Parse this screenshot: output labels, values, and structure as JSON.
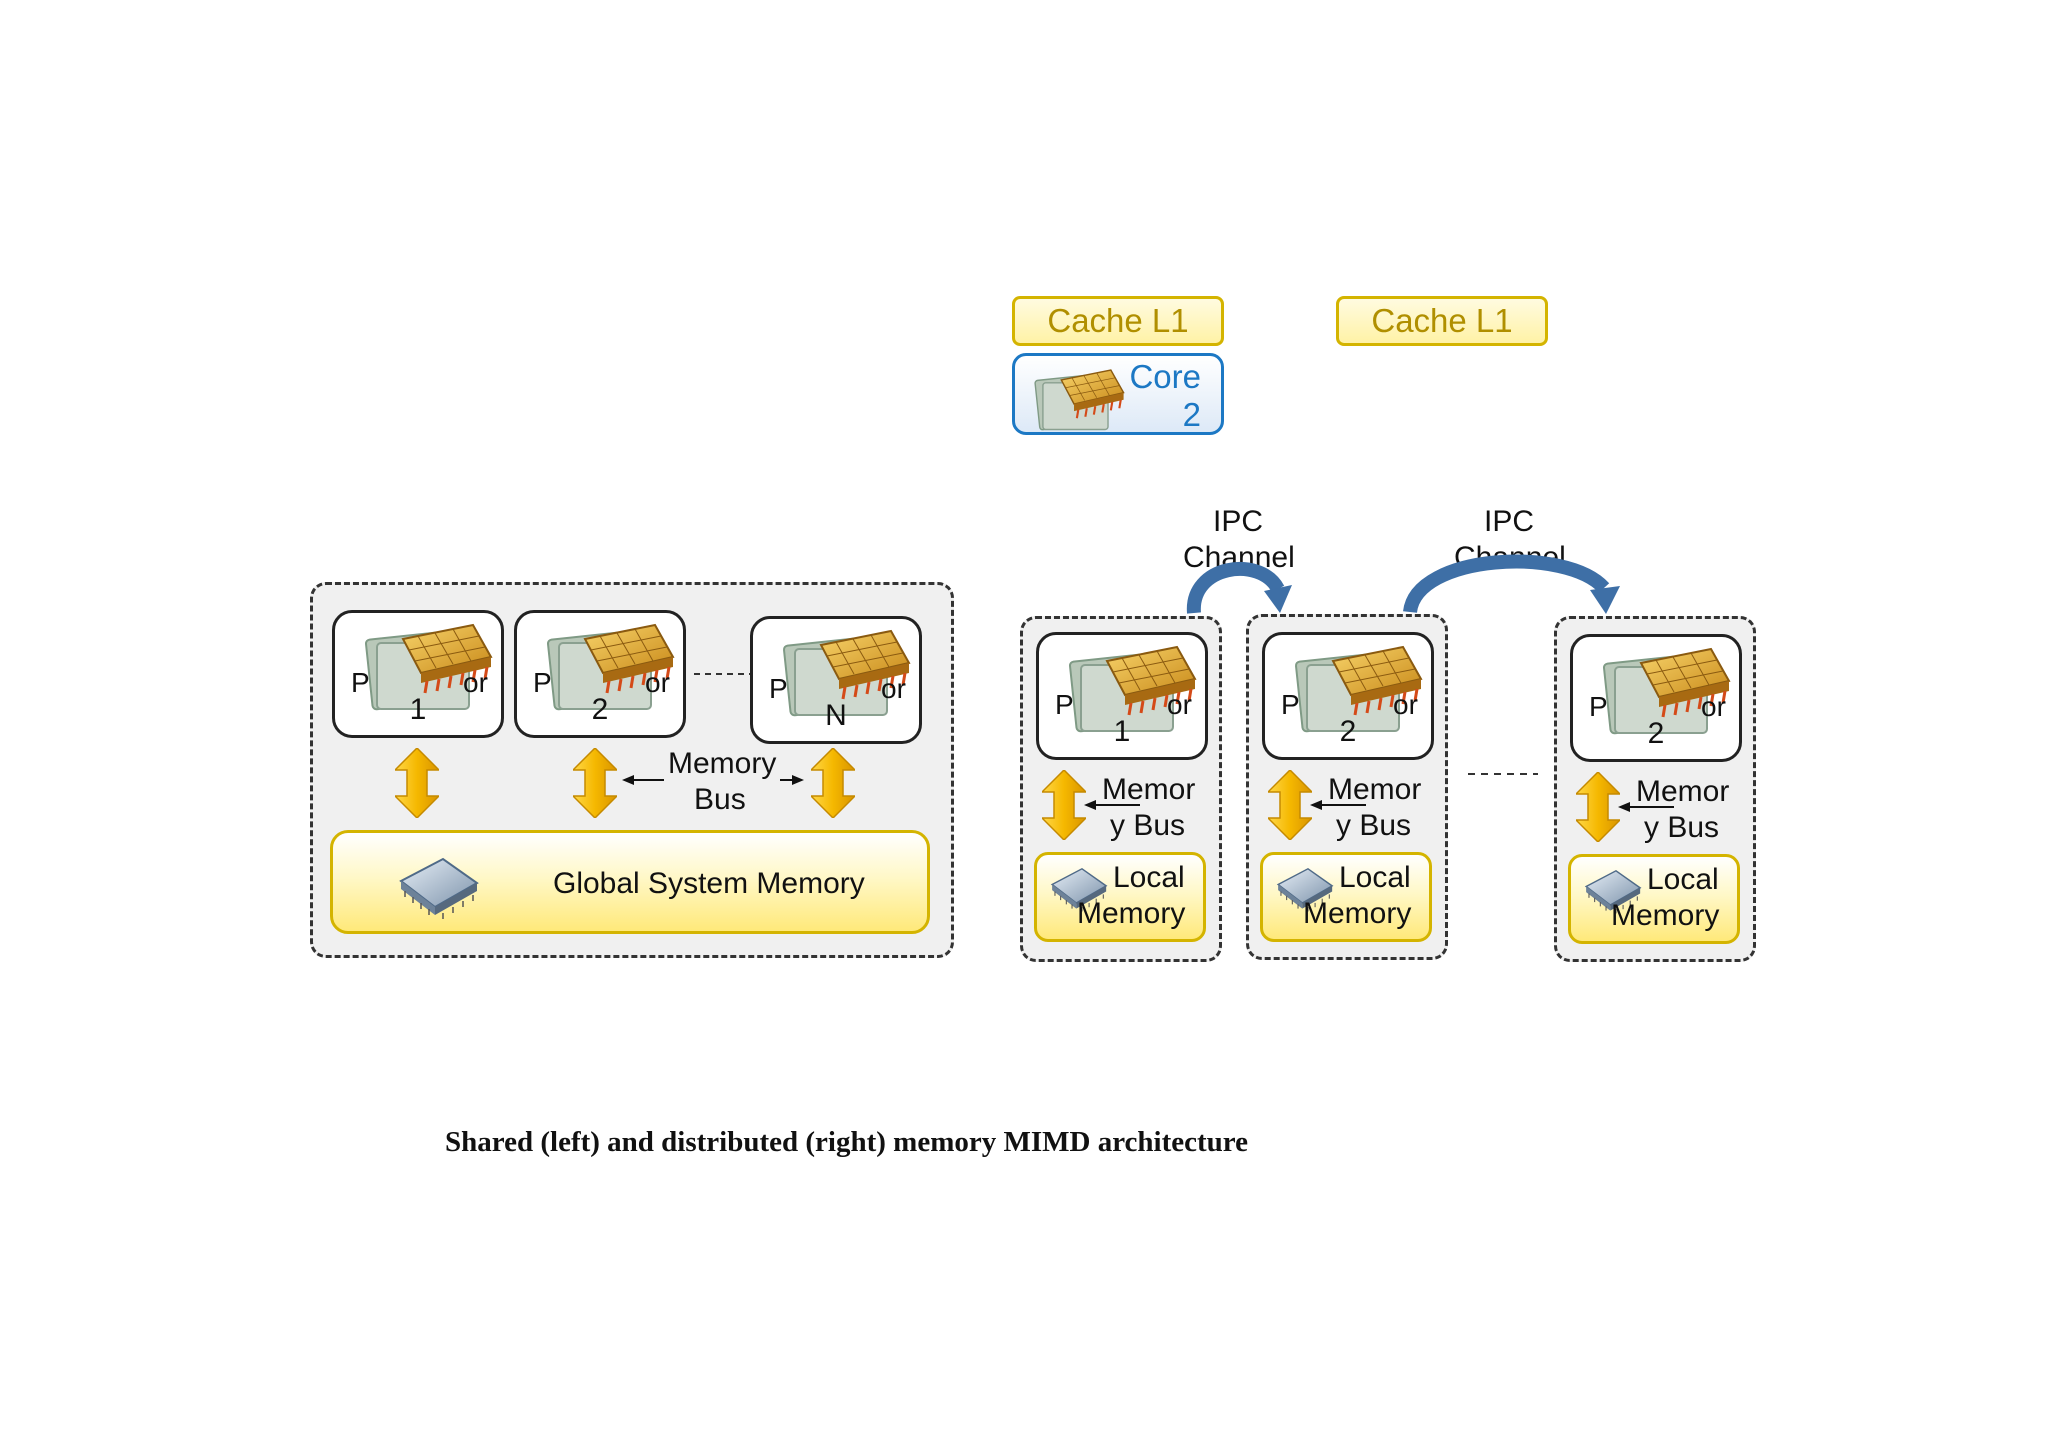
{
  "cache_labels": [
    "Cache L1",
    "Cache L1"
  ],
  "core": {
    "label": "Core",
    "number": "2"
  },
  "shared": {
    "processors": [
      {
        "label_left": "P",
        "label_right": "or",
        "number": "1"
      },
      {
        "label_left": "P",
        "label_right": "or",
        "number": "2"
      },
      {
        "label_left": "P",
        "label_right": "or",
        "number": "N"
      }
    ],
    "bus_label_line1": "Memory",
    "bus_label_line2": "Bus",
    "global_memory": "Global System Memory"
  },
  "distributed": {
    "nodes": [
      {
        "label_left": "P",
        "label_right": "or",
        "number": "1",
        "bus_line1": "Memor",
        "bus_line2": "y Bus",
        "mem_line1": "Local",
        "mem_line2": "Memory"
      },
      {
        "label_left": "P",
        "label_right": "or",
        "number": "2",
        "bus_line1": "Memor",
        "bus_line2": "y Bus",
        "mem_line1": "Local",
        "mem_line2": "Memory"
      },
      {
        "label_left": "P",
        "label_right": "or",
        "number": "2",
        "bus_line1": "Memor",
        "bus_line2": "y Bus",
        "mem_line1": "Local",
        "mem_line2": "Memory"
      }
    ],
    "ipc": [
      {
        "line1": "IPC",
        "line2": "Channel"
      },
      {
        "line1": "IPC",
        "line2": "Channel"
      }
    ]
  },
  "caption": "Shared (left) and distributed (right) memory MIMD architecture"
}
